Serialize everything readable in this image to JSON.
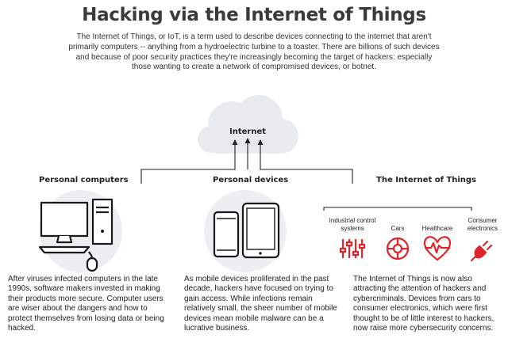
{
  "title": "Hacking via the Internet of Things",
  "intro": "The Internet of Things, or IoT, is a term used to describe devices connecting to the internet that aren't primarily computers -- anything from a hydroelectric turbine to a toaster. There are billions of such devices and because of poor security practices they're increasingly becoming the target of hackers: especially those wanting to create a network of compromised devices, or botnet.",
  "cloud_label": "Internet",
  "columns": [
    {
      "heading": "Personal computers",
      "text": "After viruses infected computers in the late 1990s, software makers invested in making their products more secure. Computer users are wiser about the dangers and how to protect themselves from losing data or being hacked."
    },
    {
      "heading": "Personal devices",
      "text": "As mobile devices proliferated in the past decade, hackers have focused on trying to gain access. While infections remain relatively small, the sheer number of mobile devices mean mobile malware can be a lucrative business."
    },
    {
      "heading": "The Internet of Things",
      "text": "The Internet of Things is now also attracting the attention of hackers and cybercriminals. Devices from cars to consumer electronics, which were first thought to be of little interest to hackers, now raise more cybersecurity concerns."
    }
  ],
  "iot_items": [
    {
      "label": "Industrial control systems",
      "icon": "sliders-icon"
    },
    {
      "label": "Cars",
      "icon": "wheel-icon"
    },
    {
      "label": "Healthcare",
      "icon": "heartbeat-icon"
    },
    {
      "label": "Consumer electronics",
      "icon": "plug-icon"
    }
  ],
  "colors": {
    "accent": "#e0252a",
    "cloud": "#e9ecef",
    "halo": "#eceef1",
    "line": "#222222"
  }
}
